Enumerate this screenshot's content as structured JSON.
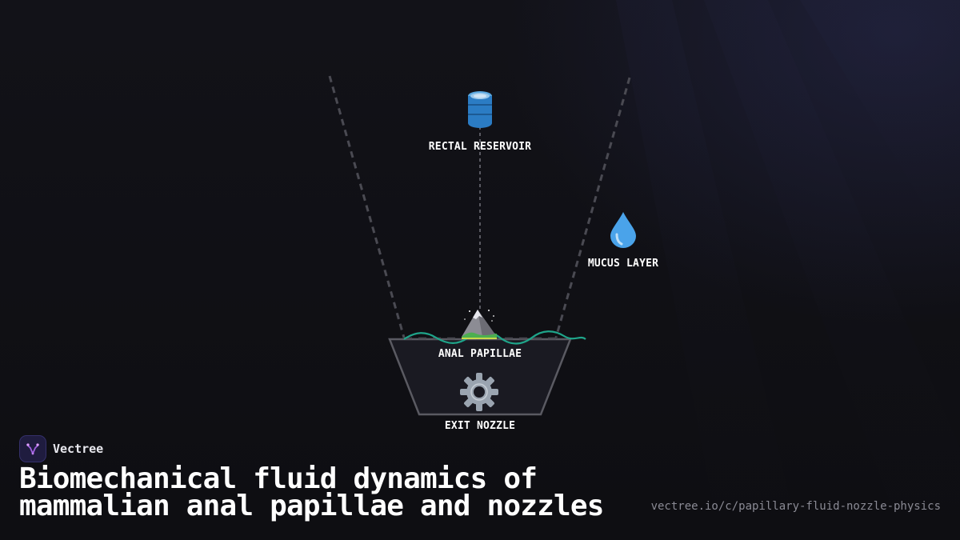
{
  "diagram": {
    "nodes": [
      {
        "id": "reservoir",
        "label": "RECTAL RESERVOIR",
        "icon": "barrel-icon"
      },
      {
        "id": "mucus",
        "label": "MUCUS LAYER",
        "icon": "droplet-icon"
      },
      {
        "id": "papillae",
        "label": "ANAL PAPILLAE",
        "icon": "mountain-icon"
      },
      {
        "id": "nozzle",
        "label": "EXIT NOZZLE",
        "icon": "gear-icon"
      }
    ]
  },
  "brand": {
    "name": "Vectree",
    "logo_icon": "vectree-logo-icon"
  },
  "title": {
    "line1": "Biomechanical fluid dynamics of",
    "line2": "mammalian anal papillae and nozzles"
  },
  "url": "vectree.io/c/papillary-fluid-nozzle-physics",
  "colors": {
    "background": "#101014",
    "wave": "#1fa58a",
    "dashed_lines": "#4a4a52",
    "nozzle_fill": "#1a1a22",
    "nozzle_stroke": "#5a5a62",
    "url_text": "#8a8a94"
  }
}
